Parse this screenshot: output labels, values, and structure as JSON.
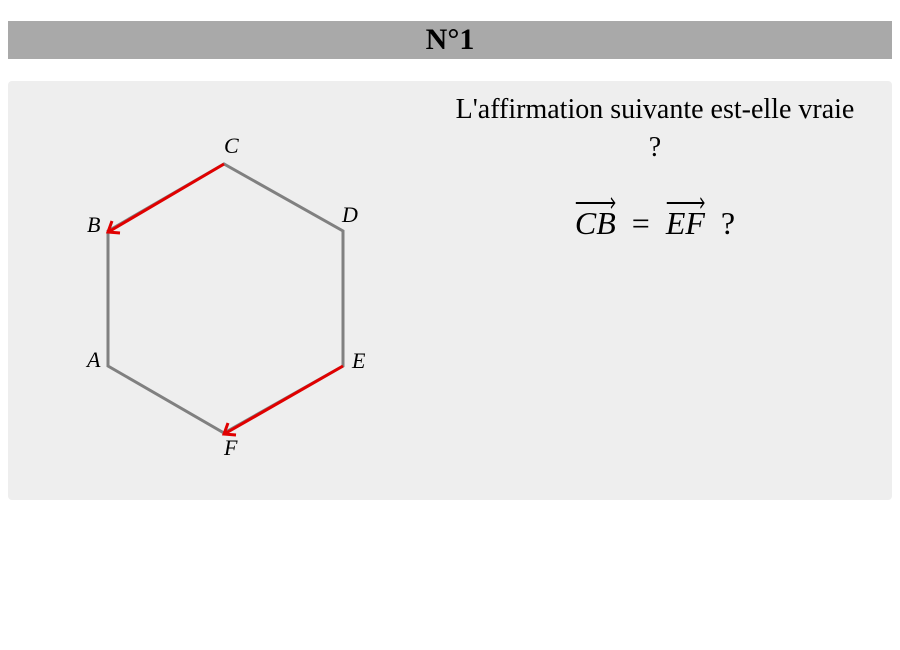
{
  "header": {
    "title": "N°1"
  },
  "question": {
    "text": "L'affirmation suivante est-elle vraie ?"
  },
  "formula": {
    "left_vector": "CB",
    "equals": "=",
    "right_vector": "EF",
    "question_mark": "?"
  },
  "figure": {
    "points": {
      "A": "A",
      "B": "B",
      "C": "C",
      "D": "D",
      "E": "E",
      "F": "F"
    },
    "colors": {
      "hexagon": "#808080",
      "vectors": "#e00000"
    }
  }
}
